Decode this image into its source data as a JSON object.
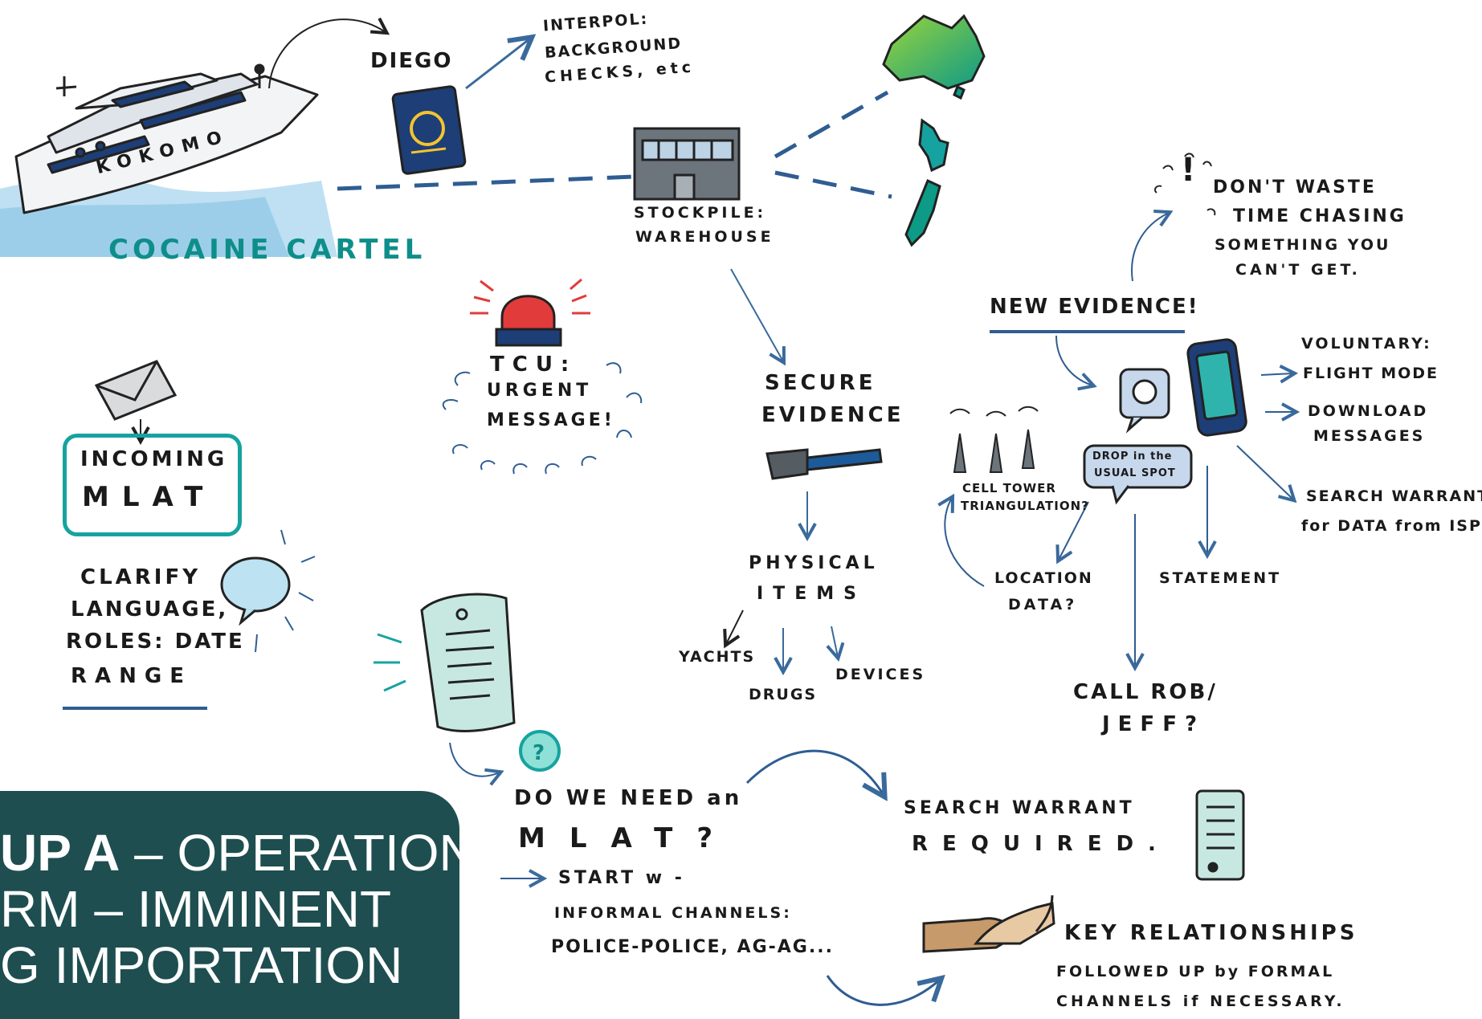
{
  "colors": {
    "teal": "#0e8e8a",
    "navy": "#2f5d92",
    "banner": "#1e4e50",
    "arrow": "#3a6a9c"
  },
  "boat": {
    "name": "KOKOMO"
  },
  "cartel": {
    "label": "COCAINE CARTEL"
  },
  "diego": {
    "label": "DIEGO"
  },
  "interpol": {
    "line1": "INTERPOL:",
    "line2": "BACKGROUND",
    "line3": "CHECKS, etc"
  },
  "stockpile": {
    "line1": "STOCKPILE:",
    "line2": "WAREHOUSE"
  },
  "tcu": {
    "line1": "TCU:",
    "line2": "URGENT",
    "line3": "MESSAGE!"
  },
  "mlat": {
    "line1": "INCOMING",
    "line2": "MLAT"
  },
  "clarify": {
    "line1": "CLARIFY",
    "line2": "LANGUAGE,",
    "line3": "ROLES: DATE",
    "line4": "RANGE"
  },
  "secure": {
    "line1": "SECURE",
    "line2": "EVIDENCE"
  },
  "physical": {
    "line1": "PHYSICAL",
    "line2": "ITEMS"
  },
  "items": {
    "yachts": "YACHTS",
    "drugs": "DRUGS",
    "devices": "DEVICES"
  },
  "new_evidence": {
    "label": "NEW EVIDENCE!"
  },
  "dont_waste": {
    "line1": "DON'T WASTE",
    "line2": "TIME CHASING",
    "line3": "SOMETHING YOU",
    "line4": "CAN'T GET."
  },
  "voluntary": {
    "line1": "VOLUNTARY:",
    "line2": "FLIGHT MODE"
  },
  "download": {
    "line1": "DOWNLOAD",
    "line2": "MESSAGES"
  },
  "search_isp": {
    "line1": "SEARCH WARRANT",
    "line2": "for DATA from ISP"
  },
  "cell_tower": {
    "line1": "CELL TOWER",
    "line2": "TRIANGULATION?"
  },
  "drop_bubble": {
    "line1": "DROP in the",
    "line2": "USUAL SPOT"
  },
  "location": {
    "line1": "LOCATION",
    "line2": "DATA?"
  },
  "statement": {
    "label": "STATEMENT"
  },
  "call": {
    "line1": "CALL ROB/",
    "line2": "JEFF?"
  },
  "need_mlat": {
    "line1": "DO WE NEED an",
    "line2": "MLAT?",
    "line3": "START w -",
    "line4": "INFORMAL CHANNELS:",
    "line5": "POLICE-POLICE, AG-AG..."
  },
  "search_required": {
    "line1": "SEARCH WARRANT",
    "line2": "REQUIRED."
  },
  "key_rel": {
    "title": "KEY RELATIONSHIPS",
    "line1": "FOLLOWED UP by FORMAL",
    "line2": "CHANNELS if NECESSARY."
  },
  "banner": {
    "bold": "UP A",
    "line1_rest": " – OPERATION",
    "line2": "RM – IMMINENT",
    "line3": "G IMPORTATION"
  }
}
